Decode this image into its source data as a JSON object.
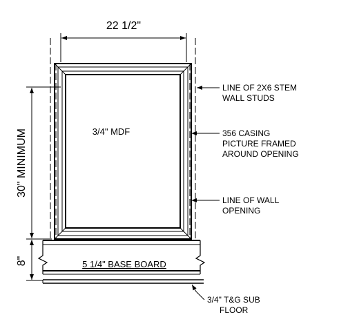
{
  "dimensions": {
    "width": "22 1/2\"",
    "height_min": "30\" MINIMUM",
    "base_height": "8\""
  },
  "panel_label": "3/4\" MDF",
  "baseboard_label": "5 1/4\" BASE BOARD",
  "callouts": {
    "stem_wall": [
      "LINE OF 2X6 STEM",
      "WALL STUDS"
    ],
    "casing": [
      "356 CASING",
      "PICTURE FRAMED",
      "AROUND OPENING"
    ],
    "wall_opening": [
      "LINE OF WALL",
      "OPENING"
    ],
    "subfloor": [
      "3/4\" T&G SUB",
      "FLOOR"
    ]
  }
}
